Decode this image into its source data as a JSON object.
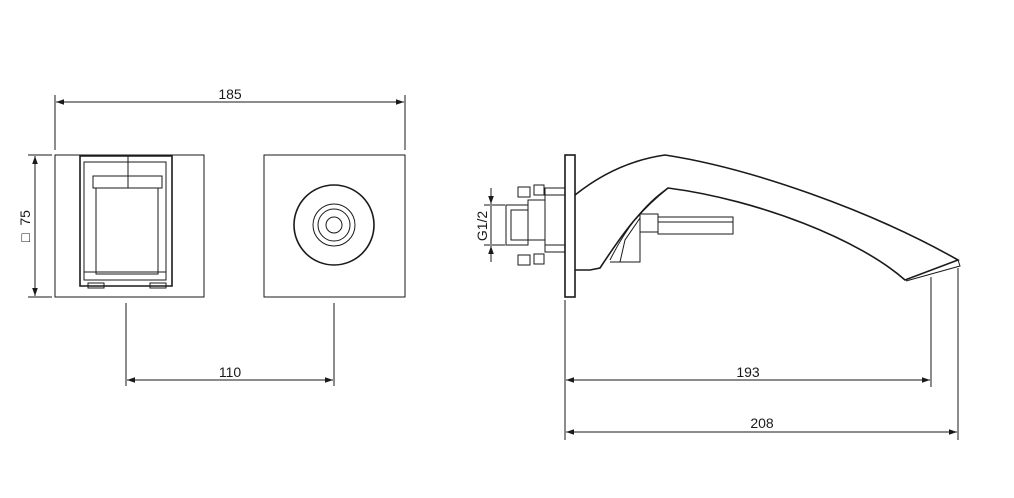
{
  "dimensions": {
    "overall_width": "185",
    "square_size": "75",
    "square_symbol": "□",
    "center_distance": "110",
    "spout_reach": "193",
    "overall_depth": "208",
    "thread": "G1/2"
  },
  "colors": {
    "line": "#1a1a1a",
    "background": "#ffffff"
  }
}
